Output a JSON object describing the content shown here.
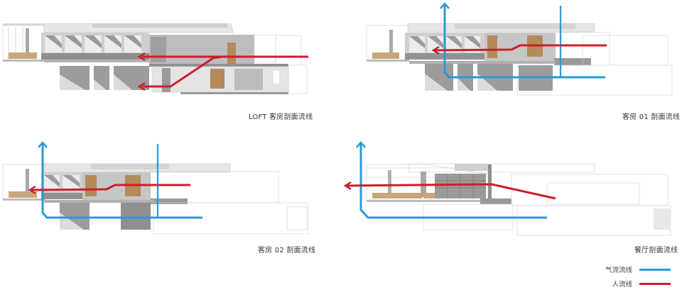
{
  "colors": {
    "air_flow": "#2b9ad6",
    "people_flow": "#c8202a",
    "structure_dark": "#8c8c8c",
    "structure_mid": "#bdbdbd",
    "structure_light": "#e3e3e3",
    "outline": "#c8c8c8",
    "wood": "#b58a5a"
  },
  "panels": [
    {
      "id": "loft",
      "caption": "LOFT 客房剖面流线"
    },
    {
      "id": "room01",
      "caption": "客房 01 剖面流线"
    },
    {
      "id": "room02",
      "caption": "客房 02 剖面流线"
    },
    {
      "id": "restaurant",
      "caption": "餐厅剖面流线"
    }
  ],
  "legend": {
    "items": [
      {
        "label": "气流流线",
        "type": "air_flow"
      },
      {
        "label": "人流线",
        "type": "people_flow"
      }
    ]
  }
}
